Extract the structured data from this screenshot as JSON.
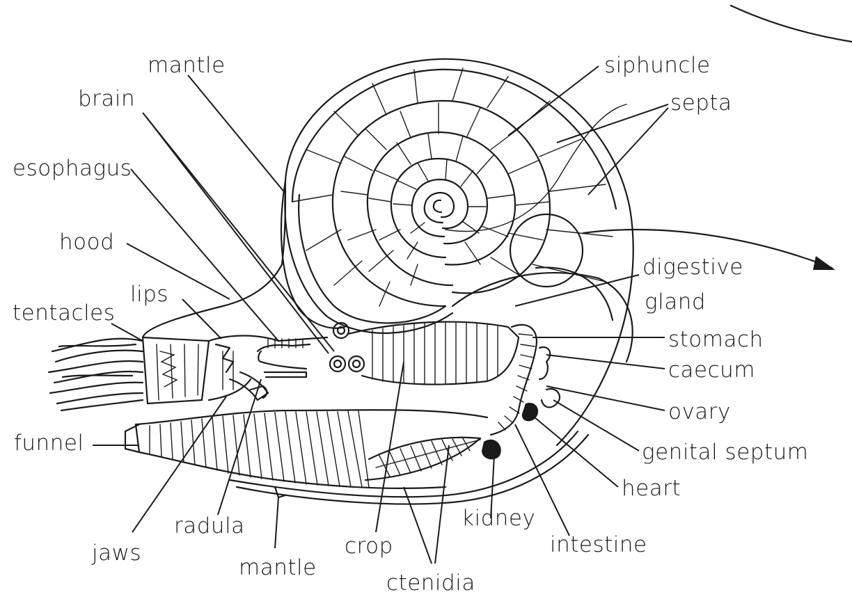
{
  "labels": {
    "mantle_top": "mantle",
    "brain": "brain",
    "esophagus": "esophagus",
    "hood": "hood",
    "lips": "lips",
    "tentacles": "tentacles",
    "funnel": "funnel",
    "jaws": "jaws",
    "radula": "radula",
    "mantle_bottom": "mantle",
    "crop": "crop",
    "ctenidia": "ctenidia",
    "kidney": "kidney",
    "intestine": "intestine",
    "siphuncle": "siphuncle",
    "septa": "septa",
    "digestive_gland_line1": "digestive",
    "digestive_gland_line2": "gland",
    "stomach": "stomach",
    "caecum": "caecum",
    "ovary": "ovary",
    "genital_septum": "genital septum",
    "heart": "heart"
  }
}
